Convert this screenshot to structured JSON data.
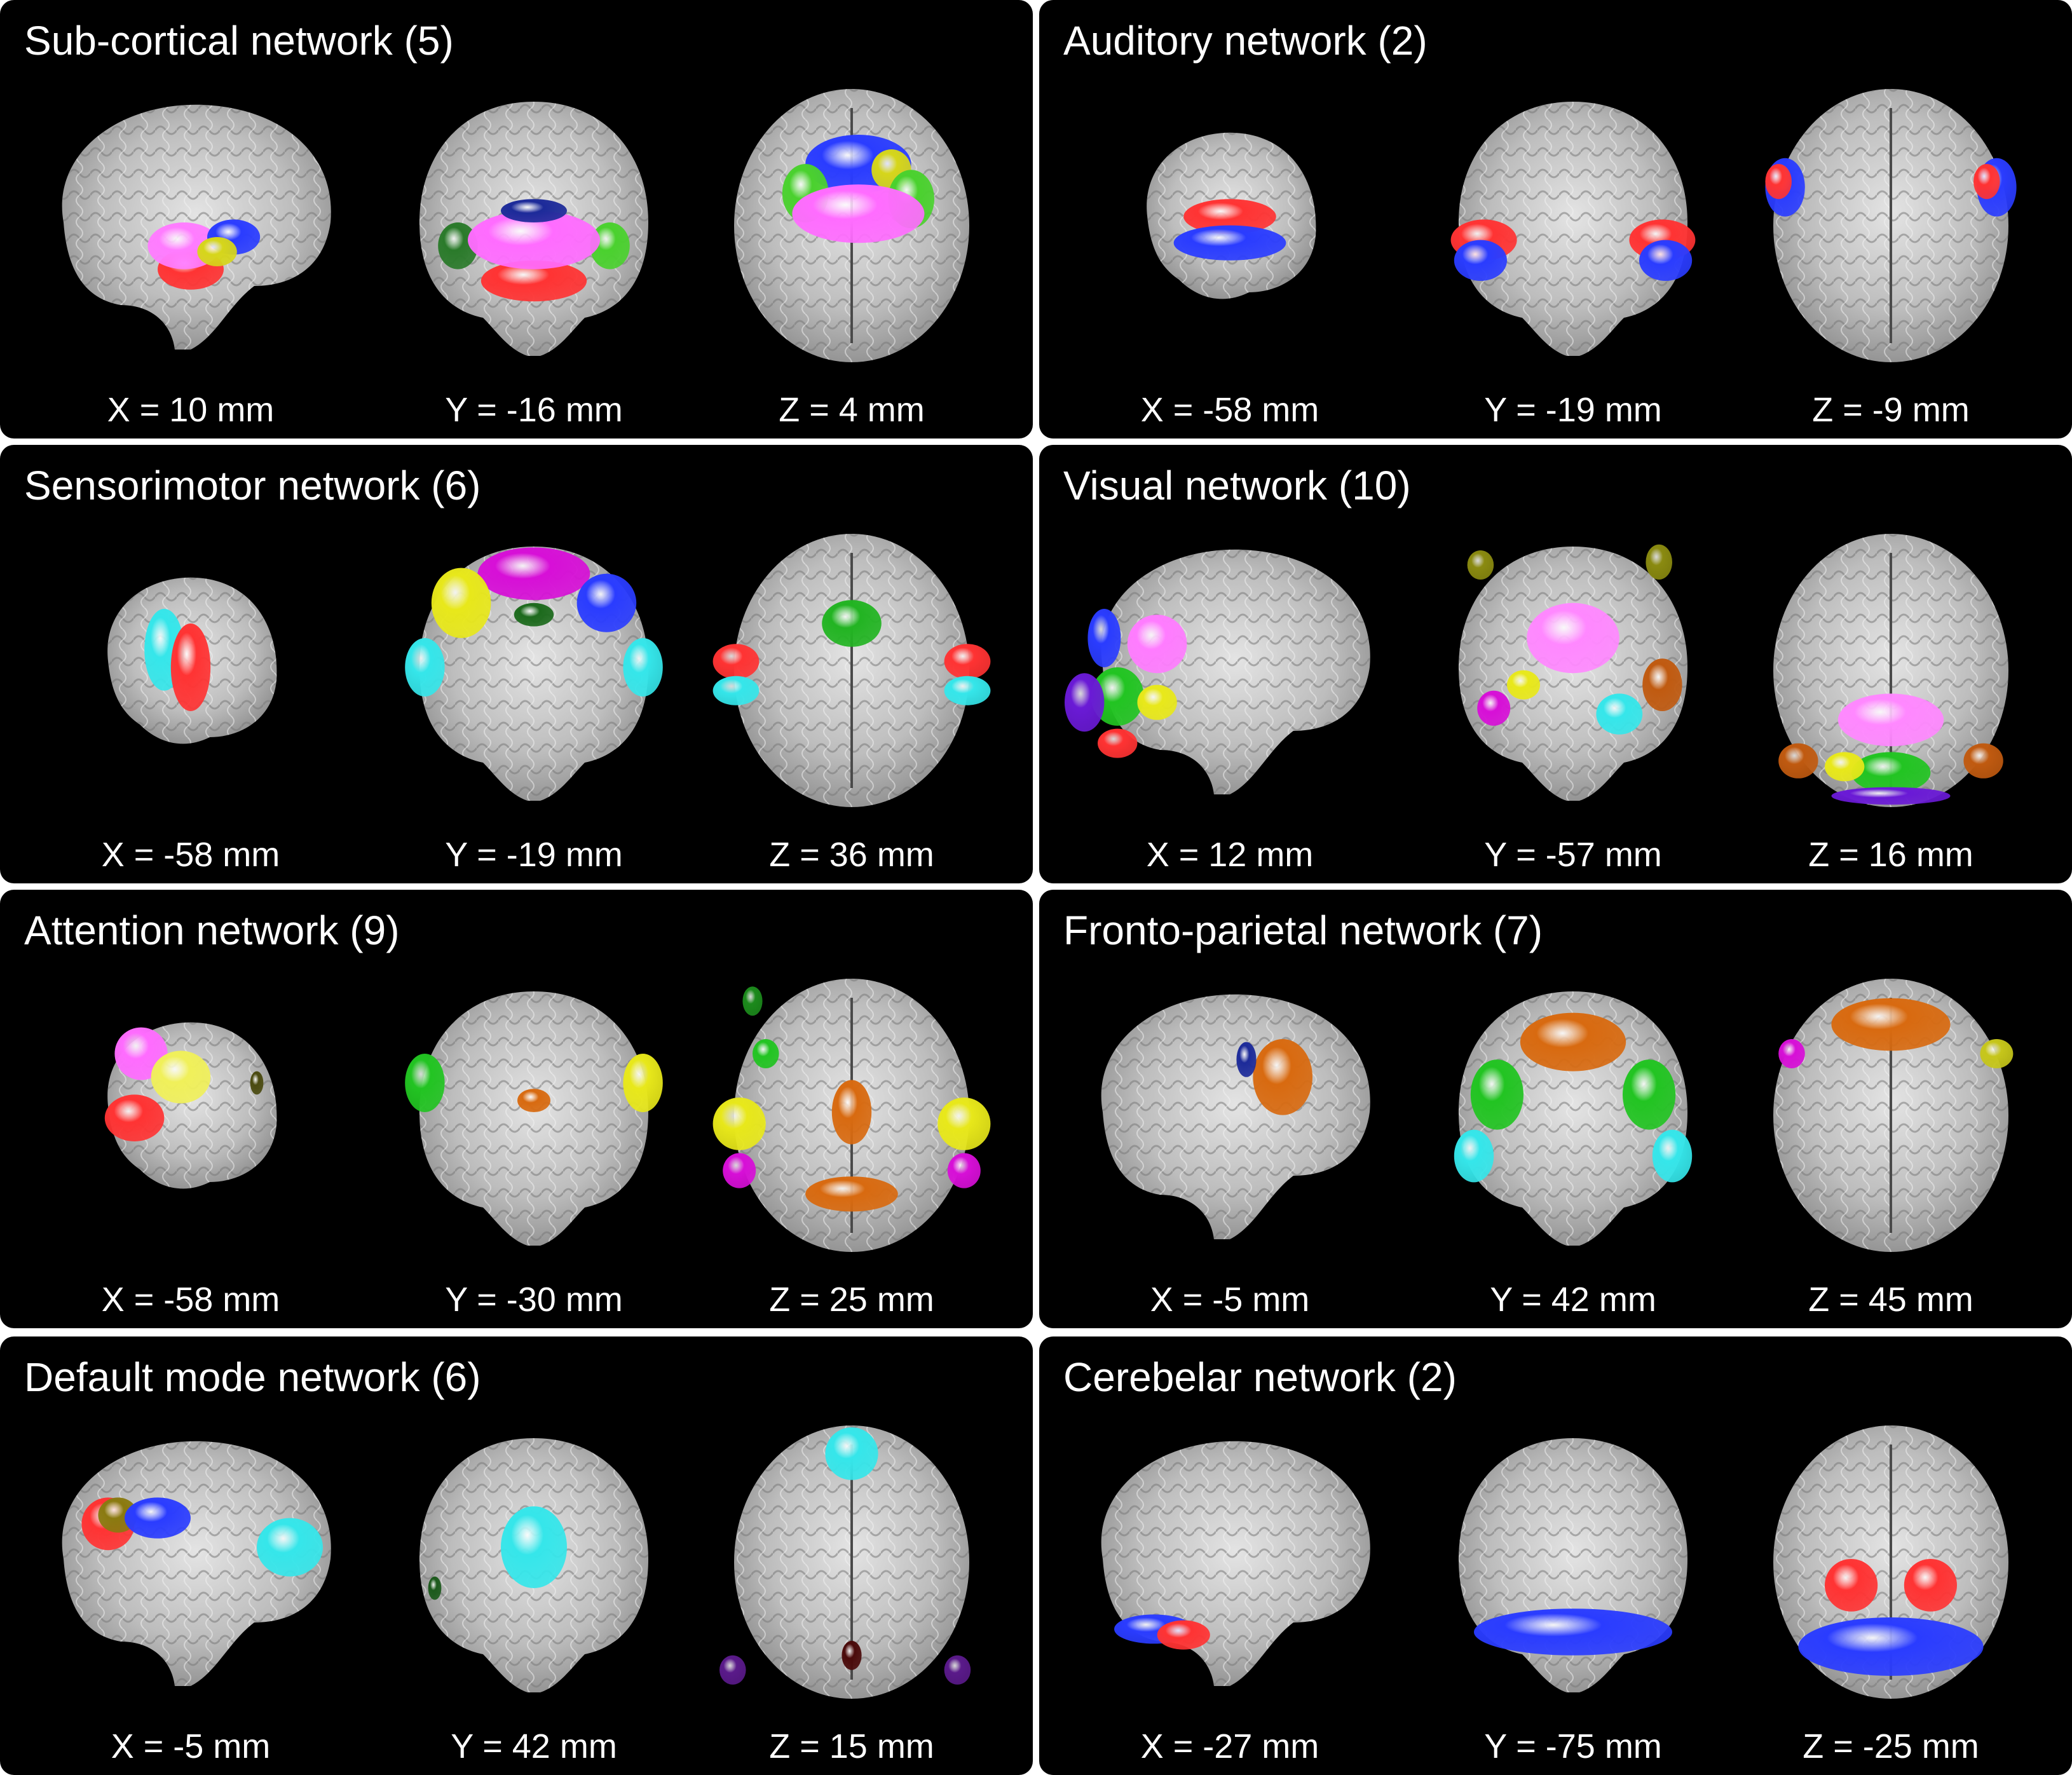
{
  "panels": [
    {
      "title": "Sub-cortical network (5)",
      "views": [
        {
          "type": "sagittal",
          "coord": "X = 10 mm",
          "blobs": [
            [
              "#ff3333",
              0.5,
              0.66,
              0.1,
              0.07
            ],
            [
              "#ff7cff",
              0.48,
              0.58,
              0.11,
              0.08
            ],
            [
              "#2a3cff",
              0.63,
              0.55,
              0.08,
              0.06
            ],
            [
              "#d6d61a",
              0.58,
              0.6,
              0.06,
              0.05
            ]
          ]
        },
        {
          "type": "coronal",
          "coord": "Y = -16 mm",
          "blobs": [
            [
              "#ff3333",
              0.5,
              0.7,
              0.16,
              0.07
            ],
            [
              "#2a7a2a",
              0.27,
              0.58,
              0.06,
              0.08
            ],
            [
              "#4ad12e",
              0.73,
              0.58,
              0.06,
              0.08
            ],
            [
              "#ff6cff",
              0.5,
              0.56,
              0.2,
              0.1
            ],
            [
              "#1c2a99",
              0.5,
              0.46,
              0.1,
              0.04
            ]
          ]
        },
        {
          "type": "axial",
          "coord": "Z = 4 mm",
          "blobs": [
            [
              "#2a3cff",
              0.52,
              0.3,
              0.16,
              0.1
            ],
            [
              "#d6d61a",
              0.62,
              0.32,
              0.06,
              0.07
            ],
            [
              "#4ad12e",
              0.36,
              0.4,
              0.07,
              0.1
            ],
            [
              "#4ad12e",
              0.68,
              0.42,
              0.07,
              0.1
            ],
            [
              "#ff6cff",
              0.52,
              0.47,
              0.2,
              0.1
            ]
          ]
        }
      ]
    },
    {
      "title": "Auditory network (2)",
      "views": [
        {
          "type": "sagittal-lateral",
          "coord": "X = -58 mm",
          "blobs": [
            [
              "#ff3333",
              0.5,
              0.48,
              0.14,
              0.06
            ],
            [
              "#2a3cff",
              0.5,
              0.57,
              0.17,
              0.06
            ]
          ]
        },
        {
          "type": "coronal",
          "coord": "Y = -19 mm",
          "blobs": [
            [
              "#ff3333",
              0.23,
              0.56,
              0.1,
              0.07
            ],
            [
              "#ff3333",
              0.77,
              0.56,
              0.1,
              0.07
            ],
            [
              "#2a3cff",
              0.22,
              0.63,
              0.08,
              0.07
            ],
            [
              "#2a3cff",
              0.78,
              0.63,
              0.08,
              0.07
            ]
          ]
        },
        {
          "type": "axial",
          "coord": "Z = -9 mm",
          "blobs": [
            [
              "#2a3cff",
              0.18,
              0.38,
              0.06,
              0.1
            ],
            [
              "#2a3cff",
              0.82,
              0.38,
              0.06,
              0.1
            ],
            [
              "#ff3333",
              0.16,
              0.36,
              0.04,
              0.06
            ],
            [
              "#ff3333",
              0.79,
              0.36,
              0.04,
              0.06
            ]
          ]
        }
      ]
    },
    {
      "title": "Sensorimotor network (6)",
      "views": [
        {
          "type": "sagittal-lateral",
          "coord": "X = -58 mm",
          "blobs": [
            [
              "#35e6ea",
              0.42,
              0.44,
              0.06,
              0.14
            ],
            [
              "#ff3333",
              0.5,
              0.5,
              0.06,
              0.15
            ]
          ]
        },
        {
          "type": "coronal",
          "coord": "Y = -19 mm",
          "blobs": [
            [
              "#d70fd7",
              0.5,
              0.18,
              0.17,
              0.09
            ],
            [
              "#e8e81a",
              0.28,
              0.28,
              0.09,
              0.12
            ],
            [
              "#2a3cff",
              0.72,
              0.28,
              0.09,
              0.1
            ],
            [
              "#35e6ea",
              0.17,
              0.5,
              0.06,
              0.1
            ],
            [
              "#35e6ea",
              0.83,
              0.5,
              0.06,
              0.1
            ],
            [
              "#1c6a1c",
              0.5,
              0.32,
              0.06,
              0.04
            ]
          ]
        },
        {
          "type": "axial",
          "coord": "Z = 36 mm",
          "blobs": [
            [
              "#22b422",
              0.5,
              0.35,
              0.09,
              0.08
            ],
            [
              "#ff3333",
              0.15,
              0.48,
              0.07,
              0.06
            ],
            [
              "#ff3333",
              0.85,
              0.48,
              0.07,
              0.06
            ],
            [
              "#35e6ea",
              0.15,
              0.58,
              0.07,
              0.05
            ],
            [
              "#35e6ea",
              0.85,
              0.58,
              0.07,
              0.05
            ]
          ]
        }
      ]
    },
    {
      "title": "Visual network (10)",
      "views": [
        {
          "type": "sagittal",
          "coord": "X = 12 mm",
          "blobs": [
            [
              "#2a3cff",
              0.12,
              0.4,
              0.05,
              0.1
            ],
            [
              "#ff7cff",
              0.28,
              0.42,
              0.09,
              0.1
            ],
            [
              "#22c422",
              0.16,
              0.6,
              0.08,
              0.1
            ],
            [
              "#6a1ad6",
              0.06,
              0.62,
              0.06,
              0.1
            ],
            [
              "#e8e81a",
              0.28,
              0.62,
              0.06,
              0.06
            ],
            [
              "#ff3333",
              0.16,
              0.76,
              0.06,
              0.05
            ]
          ]
        },
        {
          "type": "coronal",
          "coord": "Y = -57 mm",
          "blobs": [
            [
              "#ff88ff",
              0.5,
              0.4,
              0.14,
              0.12
            ],
            [
              "#35e6ea",
              0.64,
              0.66,
              0.07,
              0.07
            ],
            [
              "#d70fd7",
              0.26,
              0.64,
              0.05,
              0.06
            ],
            [
              "#e8e81a",
              0.35,
              0.56,
              0.05,
              0.05
            ],
            [
              "#c05a10",
              0.77,
              0.56,
              0.06,
              0.09
            ],
            [
              "#8a8a10",
              0.76,
              0.14,
              0.04,
              0.06
            ],
            [
              "#8a8a10",
              0.22,
              0.15,
              0.04,
              0.05
            ]
          ]
        },
        {
          "type": "axial",
          "coord": "Z = 16 mm",
          "blobs": [
            [
              "#ff88ff",
              0.5,
              0.68,
              0.16,
              0.09
            ],
            [
              "#22c422",
              0.5,
              0.86,
              0.12,
              0.07
            ],
            [
              "#e8e81a",
              0.36,
              0.84,
              0.06,
              0.05
            ],
            [
              "#c05a10",
              0.22,
              0.82,
              0.06,
              0.06
            ],
            [
              "#c05a10",
              0.78,
              0.82,
              0.06,
              0.06
            ],
            [
              "#6a1ad6",
              0.5,
              0.94,
              0.18,
              0.03
            ]
          ]
        }
      ]
    },
    {
      "title": "Attention network (9)",
      "views": [
        {
          "type": "sagittal-lateral",
          "coord": "X = -58 mm",
          "blobs": [
            [
              "#ff6cff",
              0.35,
              0.3,
              0.08,
              0.09
            ],
            [
              "#f0f05a",
              0.47,
              0.38,
              0.09,
              0.09
            ],
            [
              "#ff3333",
              0.33,
              0.52,
              0.09,
              0.08
            ],
            [
              "#4a4a10",
              0.7,
              0.4,
              0.02,
              0.04
            ]
          ]
        },
        {
          "type": "coronal",
          "coord": "Y = -30 mm",
          "blobs": [
            [
              "#22c422",
              0.17,
              0.4,
              0.06,
              0.1
            ],
            [
              "#e8e81a",
              0.83,
              0.4,
              0.06,
              0.1
            ],
            [
              "#d86a10",
              0.5,
              0.46,
              0.05,
              0.04
            ]
          ]
        },
        {
          "type": "axial",
          "coord": "Z = 25 mm",
          "blobs": [
            [
              "#1c8a1c",
              0.2,
              0.12,
              0.03,
              0.05
            ],
            [
              "#22c422",
              0.24,
              0.3,
              0.04,
              0.05
            ],
            [
              "#e8e81a",
              0.16,
              0.54,
              0.08,
              0.09
            ],
            [
              "#e8e81a",
              0.84,
              0.54,
              0.08,
              0.09
            ],
            [
              "#d86a10",
              0.5,
              0.5,
              0.06,
              0.11
            ],
            [
              "#d86a10",
              0.5,
              0.78,
              0.14,
              0.06
            ],
            [
              "#d70fd7",
              0.16,
              0.7,
              0.05,
              0.06
            ],
            [
              "#d70fd7",
              0.84,
              0.7,
              0.05,
              0.06
            ]
          ]
        }
      ]
    },
    {
      "title": "Fronto-parietal network (7)",
      "views": [
        {
          "type": "sagittal",
          "coord": "X = -5 mm",
          "blobs": [
            [
              "#d86a10",
              0.66,
              0.38,
              0.09,
              0.13
            ],
            [
              "#1c2a99",
              0.55,
              0.32,
              0.03,
              0.06
            ]
          ]
        },
        {
          "type": "coronal",
          "coord": "Y = 42 mm",
          "blobs": [
            [
              "#d86a10",
              0.5,
              0.26,
              0.16,
              0.1
            ],
            [
              "#22c422",
              0.27,
              0.44,
              0.08,
              0.12
            ],
            [
              "#22c422",
              0.73,
              0.44,
              0.08,
              0.12
            ],
            [
              "#35e6ea",
              0.2,
              0.65,
              0.06,
              0.09
            ],
            [
              "#35e6ea",
              0.8,
              0.65,
              0.06,
              0.09
            ]
          ]
        },
        {
          "type": "axial",
          "coord": "Z = 45 mm",
          "blobs": [
            [
              "#d86a10",
              0.5,
              0.2,
              0.18,
              0.09
            ],
            [
              "#d70fd7",
              0.2,
              0.3,
              0.04,
              0.05
            ],
            [
              "#c6c61a",
              0.82,
              0.3,
              0.05,
              0.05
            ]
          ]
        }
      ]
    },
    {
      "title": "Default mode network (6)",
      "views": [
        {
          "type": "sagittal",
          "coord": "X = -5 mm",
          "blobs": [
            [
              "#ff3333",
              0.25,
              0.38,
              0.08,
              0.09
            ],
            [
              "#8a7a10",
              0.28,
              0.35,
              0.06,
              0.06
            ],
            [
              "#2a3cff",
              0.4,
              0.36,
              0.1,
              0.07
            ],
            [
              "#35e6ea",
              0.8,
              0.46,
              0.1,
              0.1
            ]
          ]
        },
        {
          "type": "coronal",
          "coord": "Y = 42 mm",
          "blobs": [
            [
              "#35e6ea",
              0.5,
              0.46,
              0.1,
              0.14
            ],
            [
              "#1c5a1c",
              0.2,
              0.6,
              0.02,
              0.04
            ]
          ]
        },
        {
          "type": "axial",
          "coord": "Z = 15 mm",
          "blobs": [
            [
              "#35e6ea",
              0.5,
              0.14,
              0.08,
              0.09
            ],
            [
              "#5a1a8a",
              0.14,
              0.88,
              0.04,
              0.05
            ],
            [
              "#5a1a8a",
              0.82,
              0.88,
              0.04,
              0.05
            ],
            [
              "#4a0a0a",
              0.5,
              0.83,
              0.03,
              0.05
            ]
          ]
        }
      ]
    },
    {
      "title": "Cerebelar network (2)",
      "views": [
        {
          "type": "sagittal",
          "coord": "X = -27 mm",
          "blobs": [
            [
              "#2a3cff",
              0.27,
              0.74,
              0.12,
              0.05
            ],
            [
              "#ff3333",
              0.36,
              0.76,
              0.08,
              0.05
            ]
          ]
        },
        {
          "type": "coronal",
          "coord": "Y = -75 mm",
          "blobs": [
            [
              "#2a3cff",
              0.5,
              0.75,
              0.3,
              0.08
            ]
          ]
        },
        {
          "type": "axial",
          "coord": "Z = -25 mm",
          "blobs": [
            [
              "#ff3333",
              0.38,
              0.59,
              0.08,
              0.09
            ],
            [
              "#ff3333",
              0.62,
              0.59,
              0.08,
              0.09
            ],
            [
              "#2a3cff",
              0.5,
              0.8,
              0.28,
              0.1
            ]
          ]
        }
      ]
    }
  ]
}
